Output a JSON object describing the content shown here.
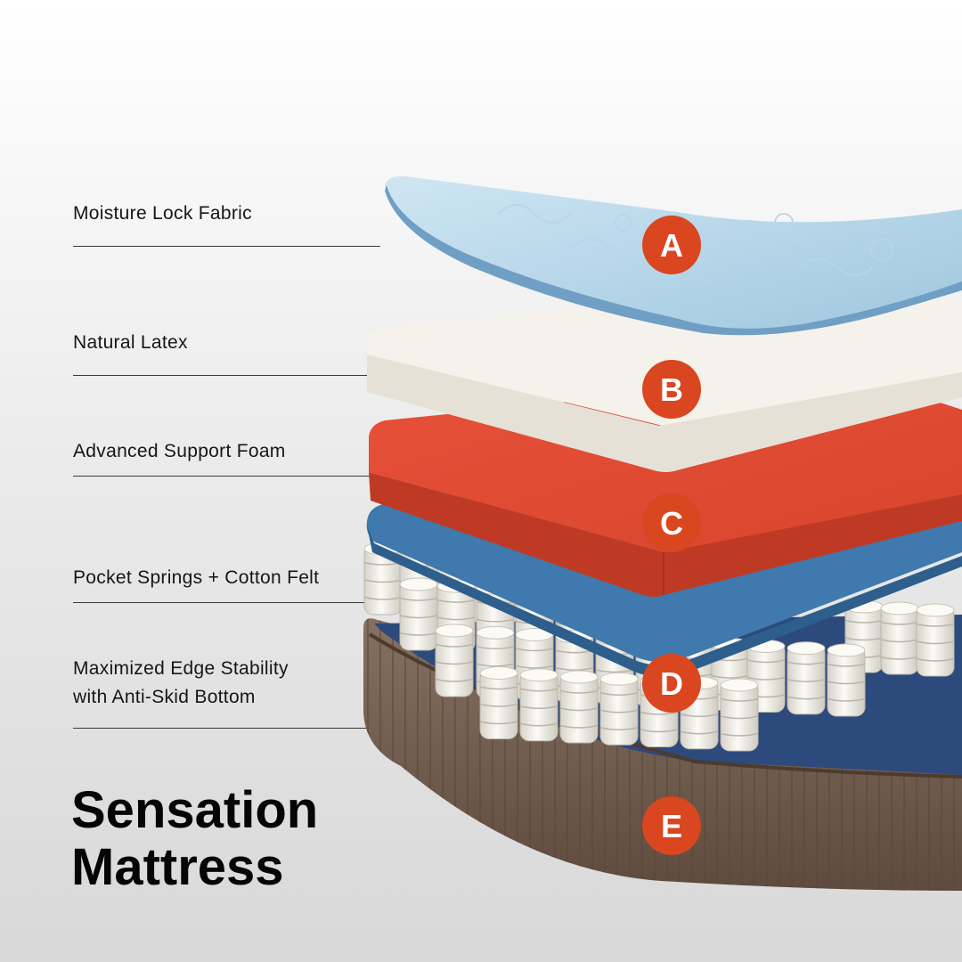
{
  "layers": [
    {
      "letter": "A",
      "label": "Moisture Lock Fabric"
    },
    {
      "letter": "B",
      "label": "Natural Latex"
    },
    {
      "letter": "C",
      "label": "Advanced Support Foam"
    },
    {
      "letter": "D",
      "label": "Pocket Springs + Cotton Felt"
    },
    {
      "letter": "E",
      "label_line1": "Maximized Edge Stability",
      "label_line2": "with Anti-Skid Bottom"
    }
  ],
  "title": {
    "line1": "Sensation",
    "line2": "Mattress"
  },
  "colors": {
    "fabric": "#a9cfe6",
    "latex": "#f4f1ea",
    "foam": "#e2482f",
    "felt": "#3f79ad",
    "base": "#6f5a4b",
    "badge": "#d9461f"
  }
}
